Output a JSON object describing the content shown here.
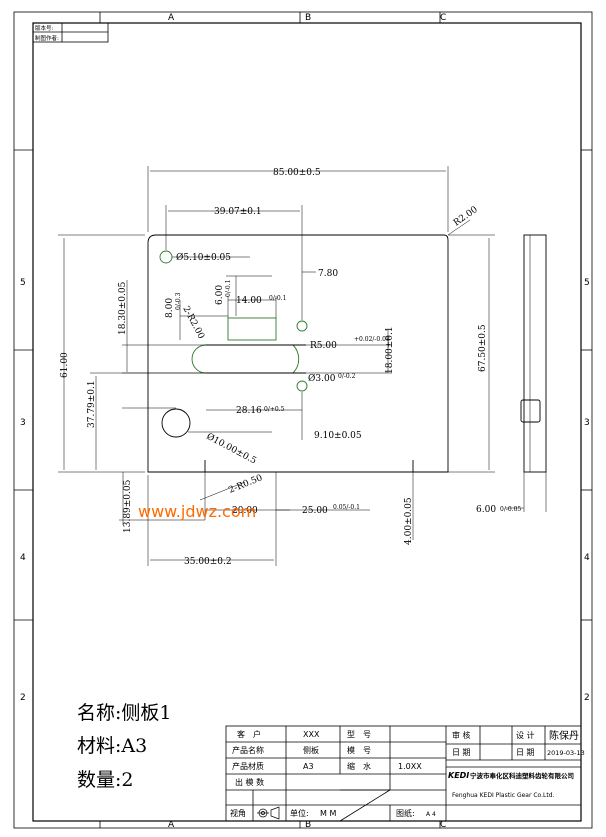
{
  "border": {
    "top_letters": [
      "A",
      "B",
      "C"
    ],
    "bottom_letters": [
      "A",
      "B",
      "C"
    ],
    "side_numbers": [
      "5",
      "3",
      "4",
      "2"
    ]
  },
  "corner_box": {
    "row1": "版本号:",
    "row2": "制图作者:"
  },
  "dimensions": {
    "d85": "85.00±0.5",
    "d3907": "39.07±0.1",
    "r2top": "R2.00",
    "d510": "Ø5.10±0.05",
    "d780": "7.80",
    "d600": "6.00",
    "d600tol": "0/-0.1",
    "d1400": "14.00",
    "d1400tol": "0/-0.1",
    "d800": "8.00",
    "d800tol": "0/-0.3",
    "r2left": "2-R2.00",
    "d1830": "18.30±0.05",
    "r500": "R5.00",
    "r500tol": "+0.02/-0.08",
    "d1800": "18.00±0.1",
    "d6750": "67.50±0.5",
    "d6100": "61.00",
    "d300": "Ø3.00",
    "d300tol": "0/-0.2",
    "d3779": "37.79±0.1",
    "d2816": "28.16",
    "d2816tol": "0/+0.5",
    "d910": "9.10±0.05",
    "d1000": "Ø10.00±0.5",
    "r050": "2-R0.50",
    "d1389": "13.89±0.05",
    "d2000": "20.00",
    "d2500": "25.00",
    "d2500tol": "0.05/-0.1",
    "d400": "4.00±0.05",
    "d600s": "6.00",
    "d600stol": "0/-0.05",
    "d3500": "35.00±0.2"
  },
  "watermark": "www.jdwz.com",
  "part_info": {
    "name": "名称:侧板1",
    "material": "材料:A3",
    "quantity": "数量:2"
  },
  "title_block": {
    "customer_label": "客　户",
    "customer_value": "XXX",
    "model_label": "型　号",
    "model_value": "",
    "product_name_label": "产品名称",
    "product_name_value": "侧板",
    "mold_label": "模　号",
    "mold_value": "",
    "material_label": "产品材质",
    "material_value": "A3",
    "shrink_label": "缩　水",
    "shrink_value": "1.0XX",
    "cavities_label": "出 模 数",
    "cavities_value": "",
    "angle_label": "视角",
    "unit_label": "单位:",
    "unit_value": "M M",
    "sheet_label": "图纸:",
    "sheet_value": "A 4",
    "review_label": "审 核",
    "review_value": "",
    "design_label": "设 计",
    "design_value": "陈保丹",
    "date_label_left": "日 期",
    "date_value_left": "",
    "date_label_right": "日 期",
    "date_value_right": "2019-03-13",
    "company_logo": "KEDI",
    "company_cn": "宁波市奉化区科迪塑料齿轮有限公司",
    "company_en": "Fenghua KEDI Plastic Gear Co.Ltd."
  }
}
